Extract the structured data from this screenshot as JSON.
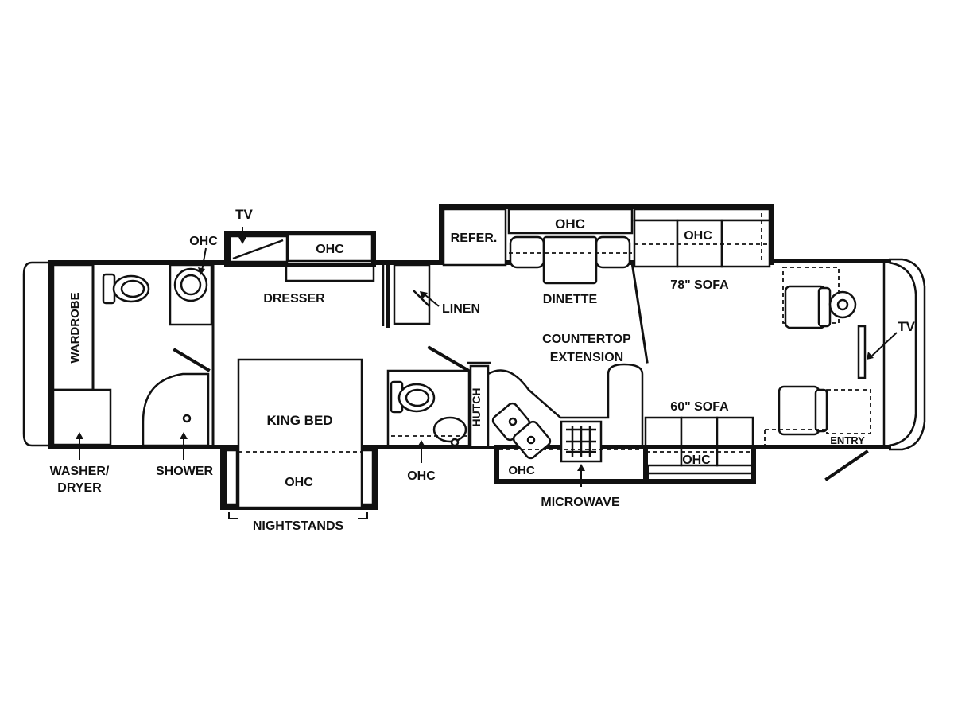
{
  "labels": {
    "tv_bedroom": "TV",
    "ohc_bath": "OHC",
    "ohc_dresser": "OHC",
    "dresser": "DRESSER",
    "wardrobe": "WARDROBE",
    "washer_dryer_line1": "WASHER/",
    "washer_dryer_line2": "DRYER",
    "shower": "SHOWER",
    "king_bed": "KING BED",
    "ohc_bed": "OHC",
    "nightstands": "NIGHTSTANDS",
    "linen": "LINEN",
    "ohc_halfbath": "OHC",
    "hutch": "HUTCH",
    "refer": "REFER.",
    "ohc_kitchen_top": "OHC",
    "dinette": "DINETTE",
    "countertop_line1": "COUNTERTOP",
    "countertop_line2": "EXTENSION",
    "ohc_sink": "OHC",
    "microwave": "MICROWAVE",
    "ohc_sofa78": "OHC",
    "sofa78": "78\" SOFA",
    "sofa60": "60\" SOFA",
    "ohc_sofa60": "OHC",
    "tv_front": "TV",
    "entry": "ENTRY"
  }
}
